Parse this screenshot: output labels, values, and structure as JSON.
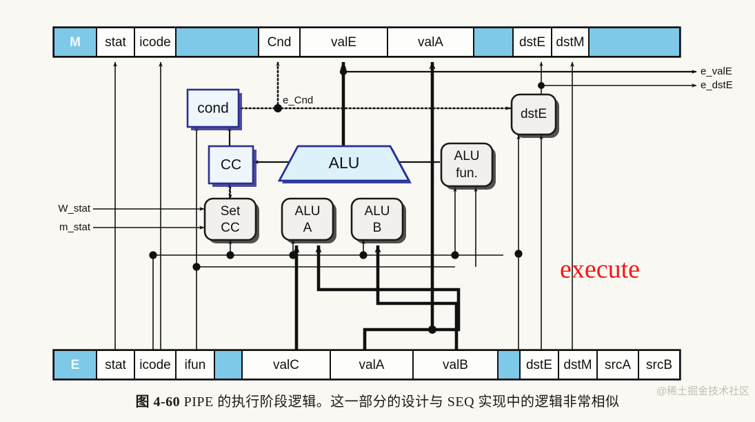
{
  "figure": {
    "caption_number": "图 4-60",
    "caption_text": "PIPE 的执行阶段逻辑。这一部分的设计与 SEQ 实现中的逻辑非常相似",
    "watermark": "@稀土掘金技术社区",
    "stage_annotation": "execute",
    "stage_annotation_color": "#f31616",
    "background_color": "#faf8f2"
  },
  "pipeline_registers": {
    "top": {
      "stage_letter": "M",
      "fields": [
        {
          "label": "stat",
          "shaded": false
        },
        {
          "label": "icode",
          "shaded": false
        },
        {
          "label": "",
          "shaded": true
        },
        {
          "label": "Cnd",
          "shaded": false
        },
        {
          "label": "valE",
          "shaded": false
        },
        {
          "label": "valA",
          "shaded": false
        },
        {
          "label": "",
          "shaded": true
        },
        {
          "label": "dstE",
          "shaded": false
        },
        {
          "label": "dstM",
          "shaded": false
        },
        {
          "label": "",
          "shaded": true
        }
      ]
    },
    "bottom": {
      "stage_letter": "E",
      "fields": [
        {
          "label": "stat",
          "shaded": false
        },
        {
          "label": "icode",
          "shaded": false
        },
        {
          "label": "ifun",
          "shaded": false
        },
        {
          "label": "",
          "shaded": true
        },
        {
          "label": "valC",
          "shaded": false
        },
        {
          "label": "valA",
          "shaded": false
        },
        {
          "label": "valB",
          "shaded": false
        },
        {
          "label": "",
          "shaded": true
        },
        {
          "label": "dstE",
          "shaded": false
        },
        {
          "label": "dstM",
          "shaded": false
        },
        {
          "label": "srcA",
          "shaded": false
        },
        {
          "label": "srcB",
          "shaded": false
        }
      ]
    }
  },
  "units": {
    "cond": {
      "label": "cond",
      "style": "blue-box"
    },
    "cc": {
      "label": "CC",
      "style": "blue-box"
    },
    "alu": {
      "label": "ALU",
      "style": "blue-trapezoid"
    },
    "alufun": {
      "line1": "ALU",
      "line2": "fun.",
      "style": "rounded-gray"
    },
    "setcc": {
      "line1": "Set",
      "line2": "CC",
      "style": "rounded-gray"
    },
    "alua": {
      "line1": "ALU",
      "line2": "A",
      "style": "rounded-gray"
    },
    "alub": {
      "line1": "ALU",
      "line2": "B",
      "style": "rounded-gray"
    },
    "dste": {
      "label": "dstE",
      "style": "rounded-gray"
    }
  },
  "signals": {
    "w_stat": "W_stat",
    "m_stat": "m_stat",
    "e_cnd": "e_Cnd",
    "e_vale": "e_valE",
    "e_dste": "e_dstE"
  },
  "colors": {
    "shaded_cell": "#7ec8e8",
    "blue_box_fill": "#eef6fc",
    "blue_box_border": "#2b2f8f",
    "alu_fill": "#ddf1fb",
    "alu_border": "#26309a",
    "unit_fill": "#f2f0ec",
    "unit_border": "#1a1a1a",
    "wire": "#111111"
  }
}
